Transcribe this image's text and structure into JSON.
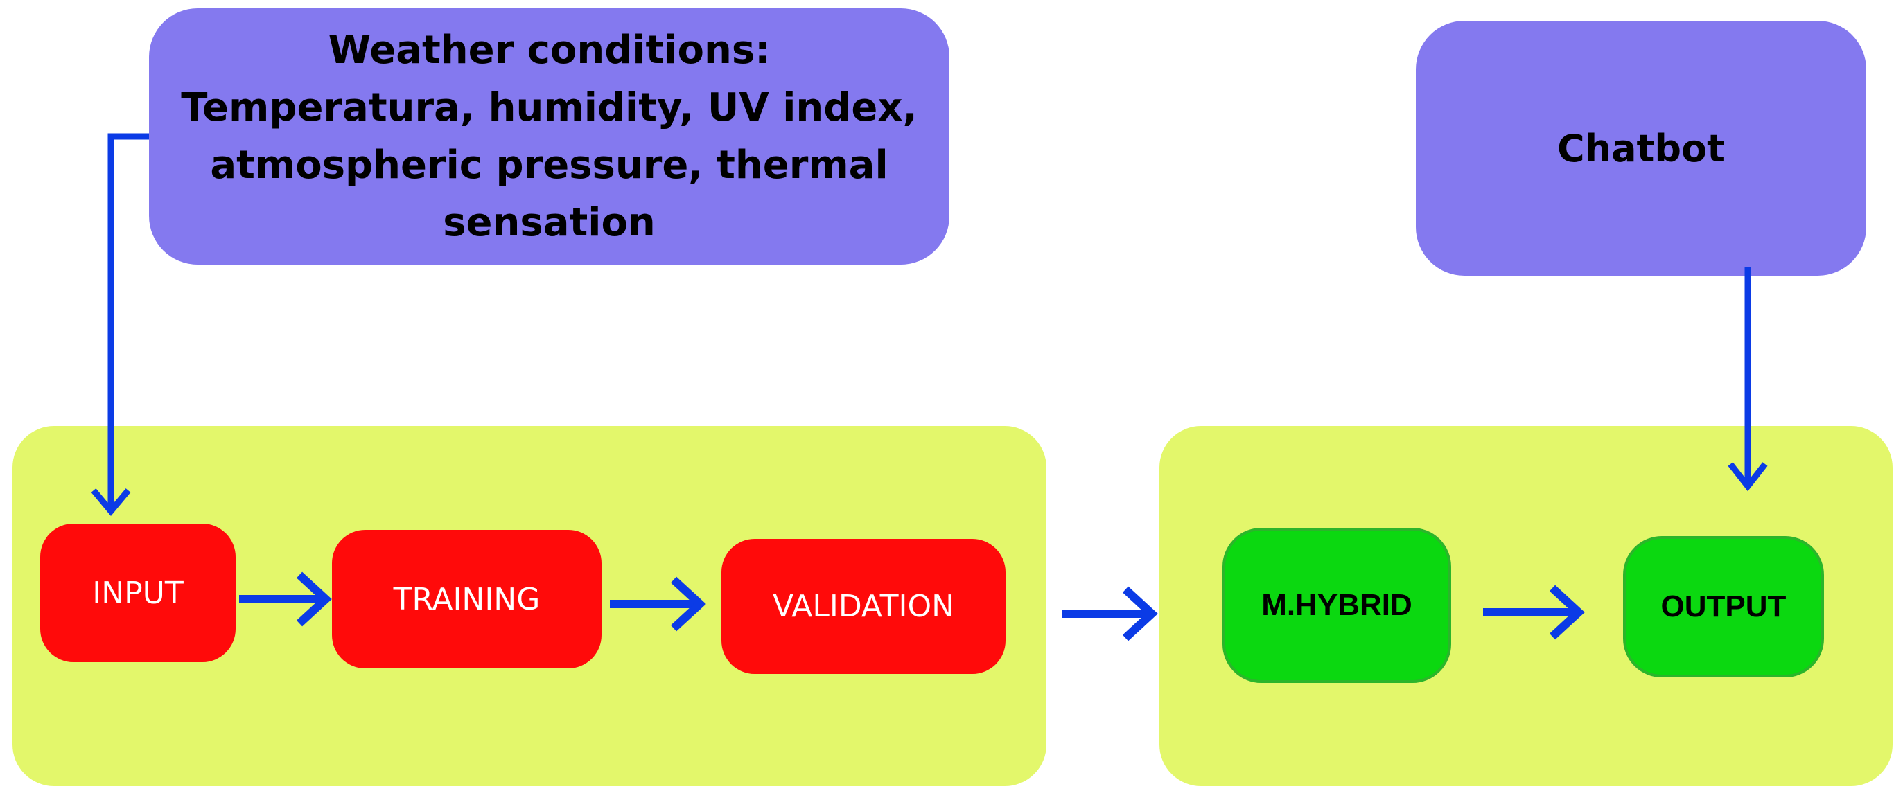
{
  "colors": {
    "panel": "#e3f76b",
    "purple_box": "#8479ef",
    "red_box": "#ff0a0a",
    "green_box": "#0bd810",
    "arrow": "#0b3be6"
  },
  "weather": {
    "lines": [
      "Weather conditions:",
      "Temperatura, humidity, UV index,",
      "atmospheric pressure, thermal",
      "sensation"
    ]
  },
  "chatbot": {
    "label": "Chatbot"
  },
  "stages": {
    "input": "INPUT",
    "training": "TRAINING",
    "validation": "VALIDATION",
    "hybrid": "M.HYBRID",
    "output": "OUTPUT"
  }
}
